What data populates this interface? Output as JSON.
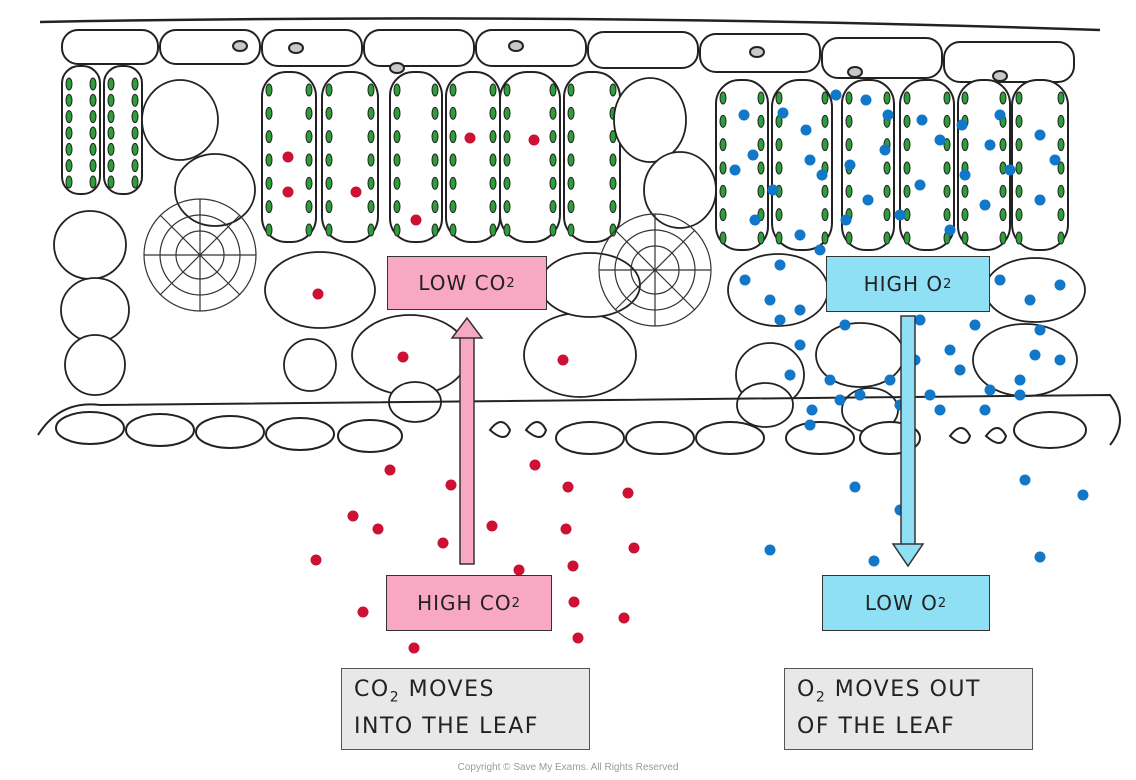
{
  "labels": {
    "low_co2": {
      "prefix": "LOW CO",
      "sub": "2"
    },
    "high_co2": {
      "prefix": "HIGH CO",
      "sub": "2"
    },
    "high_o2": {
      "prefix": "HIGH O",
      "sub": "2"
    },
    "low_o2": {
      "prefix": "LOW O",
      "sub": "2"
    }
  },
  "notes": {
    "co2": {
      "line1_a": "CO",
      "line1_sub": "2",
      "line1_b": " MOVES",
      "line2": "INTO THE LEAF"
    },
    "o2": {
      "line1_a": "O",
      "line1_sub": "2",
      "line1_b": " MOVES OUT",
      "line2": "OF THE LEAF"
    }
  },
  "copyright": "Copyright © Save My Exams. All Rights Reserved",
  "colors": {
    "co2_dot": "#cc1133",
    "o2_dot": "#1177c8",
    "chloroplast": "#2e9e3a",
    "pink_label": "#f9a8c4",
    "blue_label": "#8fe0f5"
  }
}
